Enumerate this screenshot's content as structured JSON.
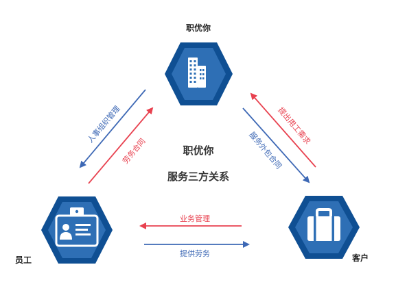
{
  "nodes": {
    "company": {
      "label": "职优你"
    },
    "employee": {
      "label": "员工"
    },
    "client": {
      "label": "客户"
    }
  },
  "center": {
    "title": "职优你",
    "subtitle": "服务三方关系"
  },
  "links": {
    "company_to_employee": "人事组织管理",
    "employee_to_company": "劳务合同",
    "client_to_company": "提出用工需求",
    "company_to_client": "服务外包合同",
    "client_to_employee": "业务管理",
    "employee_to_client": "提供劳务"
  },
  "colors": {
    "hex_dark": "#0f4f93",
    "hex_light": "#2e6fb5",
    "blue_arrow": "#3d68b5",
    "red_arrow": "#e8414f",
    "center_text": "#333333"
  },
  "icons": {
    "company": "office-building-icon",
    "employee": "employee-badge-icon",
    "client": "briefcase-icon"
  }
}
